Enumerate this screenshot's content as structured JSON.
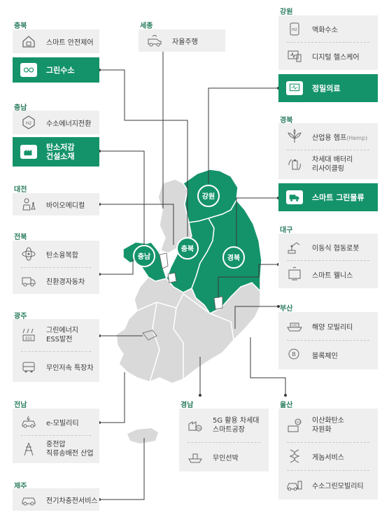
{
  "regions": {
    "chungbuk": "충북",
    "sejong": "세종",
    "gangwon": "강원",
    "chungnam": "충남",
    "gyeongbuk": "경북",
    "daejeon": "대전",
    "jeonbuk": "전북",
    "daegu": "대구",
    "busan": "부산",
    "gwangju": "광주",
    "jeonnam": "전남",
    "gyeongnam": "경남",
    "ulsan": "울산",
    "jeju": "제주"
  },
  "map_labels": {
    "gangwon": "강원",
    "chungbuk": "충북",
    "chungnam": "충남",
    "gyeongbuk": "경북"
  },
  "items": {
    "smart_safety": "스마트 안전제어",
    "green_hydrogen": "그린수소",
    "autonomous": "자율주행",
    "liquid_hydrogen": "액화수소",
    "digital_health": "디지털 헬스케어",
    "precision_med": "정밀의료",
    "hydrogen_energy": "수소에너지전환",
    "low_carbon_1": "탄소저감",
    "low_carbon_2": "건설소재",
    "hemp": "산업용 헴프",
    "hemp_sub": "(Hemp)",
    "battery_1": "차세대 배터리",
    "battery_2": "리사이클링",
    "bio_medical": "바이오메디컬",
    "smart_logistics": "스마트 그린물류",
    "carbon_composite": "탄소융복합",
    "eco_vehicle": "친환경자동차",
    "robot": "이동식 협동로봇",
    "wellness": "스마트 웰니스",
    "green_energy_1": "그린에너지",
    "green_energy_2": "ESS발전",
    "marine_mobility": "해양 모빌리티",
    "low_speed": "무인저속 특장차",
    "blockchain": "블록체인",
    "e_mobility": "e-모빌리티",
    "hvdc_1": "중전압",
    "hvdc_2": "직류송배전 산업",
    "factory_1": "5G 활용 차세대",
    "factory_2": "스마트공장",
    "unmanned_ship": "무인선박",
    "co2_1": "이산화탄소",
    "co2_2": "자원화",
    "gene": "게놈서비스",
    "hydrogen_mobility": "수소그린모빌리티",
    "ev_charging": "전기차충전서비스"
  },
  "colors": {
    "accent": "#14936a",
    "region_text": "#2a7d5e",
    "box_bg": "#efefef",
    "map_gray": "#d9d9d9"
  }
}
